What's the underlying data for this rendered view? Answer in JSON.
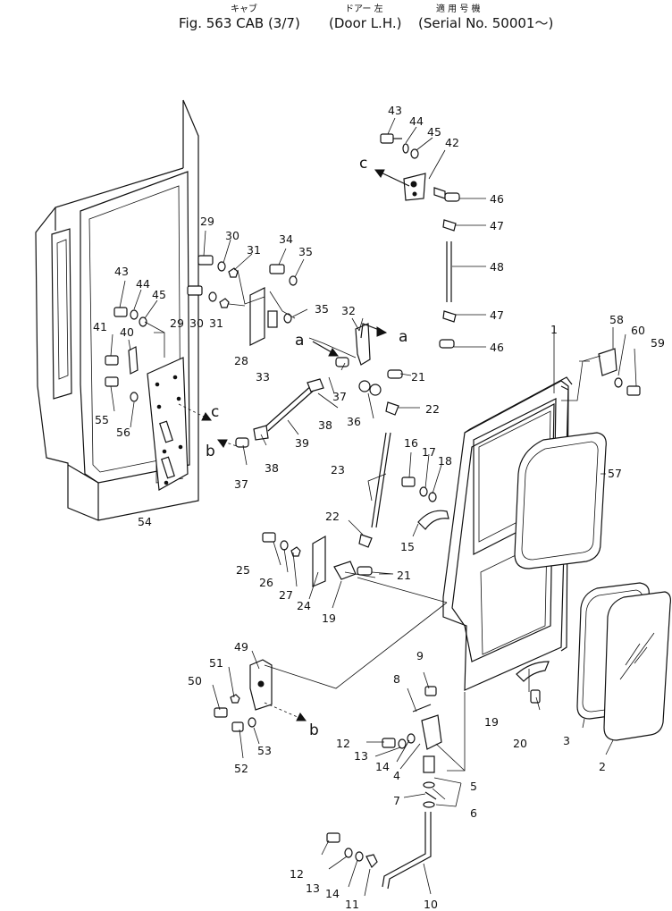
{
  "header": {
    "title": "Fig. 563  CAB (3/7)",
    "kana_title": "キャブ",
    "door_kana": "ドアー  左",
    "door": "(Door  L.H.)",
    "serial_kana": "適 用 号 機",
    "serial": "(Serial  No. 50001～)"
  },
  "callouts": [
    {
      "id": "n1",
      "text": "1"
    },
    {
      "id": "n2",
      "text": "2"
    },
    {
      "id": "n3",
      "text": "3"
    },
    {
      "id": "n4",
      "text": "4"
    },
    {
      "id": "n5",
      "text": "5"
    },
    {
      "id": "n6",
      "text": "6"
    },
    {
      "id": "n7",
      "text": "7"
    },
    {
      "id": "n8",
      "text": "8"
    },
    {
      "id": "n9",
      "text": "9"
    },
    {
      "id": "n10",
      "text": "10"
    },
    {
      "id": "n11",
      "text": "11"
    },
    {
      "id": "n12a",
      "text": "12"
    },
    {
      "id": "n12b",
      "text": "12"
    },
    {
      "id": "n13a",
      "text": "13"
    },
    {
      "id": "n13b",
      "text": "13"
    },
    {
      "id": "n14a",
      "text": "14"
    },
    {
      "id": "n14b",
      "text": "14"
    },
    {
      "id": "n15",
      "text": "15"
    },
    {
      "id": "n16",
      "text": "16"
    },
    {
      "id": "n17",
      "text": "17"
    },
    {
      "id": "n18",
      "text": "18"
    },
    {
      "id": "n19a",
      "text": "19"
    },
    {
      "id": "n19b",
      "text": "19"
    },
    {
      "id": "n20",
      "text": "20"
    },
    {
      "id": "n21a",
      "text": "21"
    },
    {
      "id": "n21b",
      "text": "21"
    },
    {
      "id": "n22a",
      "text": "22"
    },
    {
      "id": "n22b",
      "text": "22"
    },
    {
      "id": "n23",
      "text": "23"
    },
    {
      "id": "n24",
      "text": "24"
    },
    {
      "id": "n25",
      "text": "25"
    },
    {
      "id": "n26",
      "text": "26"
    },
    {
      "id": "n27",
      "text": "27"
    },
    {
      "id": "n28",
      "text": "28"
    },
    {
      "id": "n29a",
      "text": "29"
    },
    {
      "id": "n29b",
      "text": "29"
    },
    {
      "id": "n30a",
      "text": "30"
    },
    {
      "id": "n30b",
      "text": "30"
    },
    {
      "id": "n31a",
      "text": "31"
    },
    {
      "id": "n31b",
      "text": "31"
    },
    {
      "id": "n32",
      "text": "32"
    },
    {
      "id": "n33",
      "text": "33"
    },
    {
      "id": "n34",
      "text": "34"
    },
    {
      "id": "n35a",
      "text": "35"
    },
    {
      "id": "n35b",
      "text": "35"
    },
    {
      "id": "n36",
      "text": "36"
    },
    {
      "id": "n37a",
      "text": "37"
    },
    {
      "id": "n37b",
      "text": "37"
    },
    {
      "id": "n38a",
      "text": "38"
    },
    {
      "id": "n38b",
      "text": "38"
    },
    {
      "id": "n39",
      "text": "39"
    },
    {
      "id": "n40",
      "text": "40"
    },
    {
      "id": "n41",
      "text": "41"
    },
    {
      "id": "n42",
      "text": "42"
    },
    {
      "id": "n43a",
      "text": "43"
    },
    {
      "id": "n43b",
      "text": "43"
    },
    {
      "id": "n44a",
      "text": "44"
    },
    {
      "id": "n44b",
      "text": "44"
    },
    {
      "id": "n45a",
      "text": "45"
    },
    {
      "id": "n45b",
      "text": "45"
    },
    {
      "id": "n46a",
      "text": "46"
    },
    {
      "id": "n46b",
      "text": "46"
    },
    {
      "id": "n47a",
      "text": "47"
    },
    {
      "id": "n47b",
      "text": "47"
    },
    {
      "id": "n48",
      "text": "48"
    },
    {
      "id": "n49",
      "text": "49"
    },
    {
      "id": "n50",
      "text": "50"
    },
    {
      "id": "n51",
      "text": "51"
    },
    {
      "id": "n52",
      "text": "52"
    },
    {
      "id": "n53",
      "text": "53"
    },
    {
      "id": "n54",
      "text": "54"
    },
    {
      "id": "n55",
      "text": "55"
    },
    {
      "id": "n56",
      "text": "56"
    },
    {
      "id": "n57",
      "text": "57"
    },
    {
      "id": "n58",
      "text": "58"
    },
    {
      "id": "n59",
      "text": "59"
    },
    {
      "id": "n60",
      "text": "60"
    }
  ],
  "connection_letters": [
    {
      "id": "la1",
      "text": "a"
    },
    {
      "id": "la2",
      "text": "a"
    },
    {
      "id": "lb1",
      "text": "b"
    },
    {
      "id": "lb2",
      "text": "b"
    },
    {
      "id": "lc1",
      "text": "c"
    },
    {
      "id": "lc2",
      "text": "c"
    }
  ]
}
